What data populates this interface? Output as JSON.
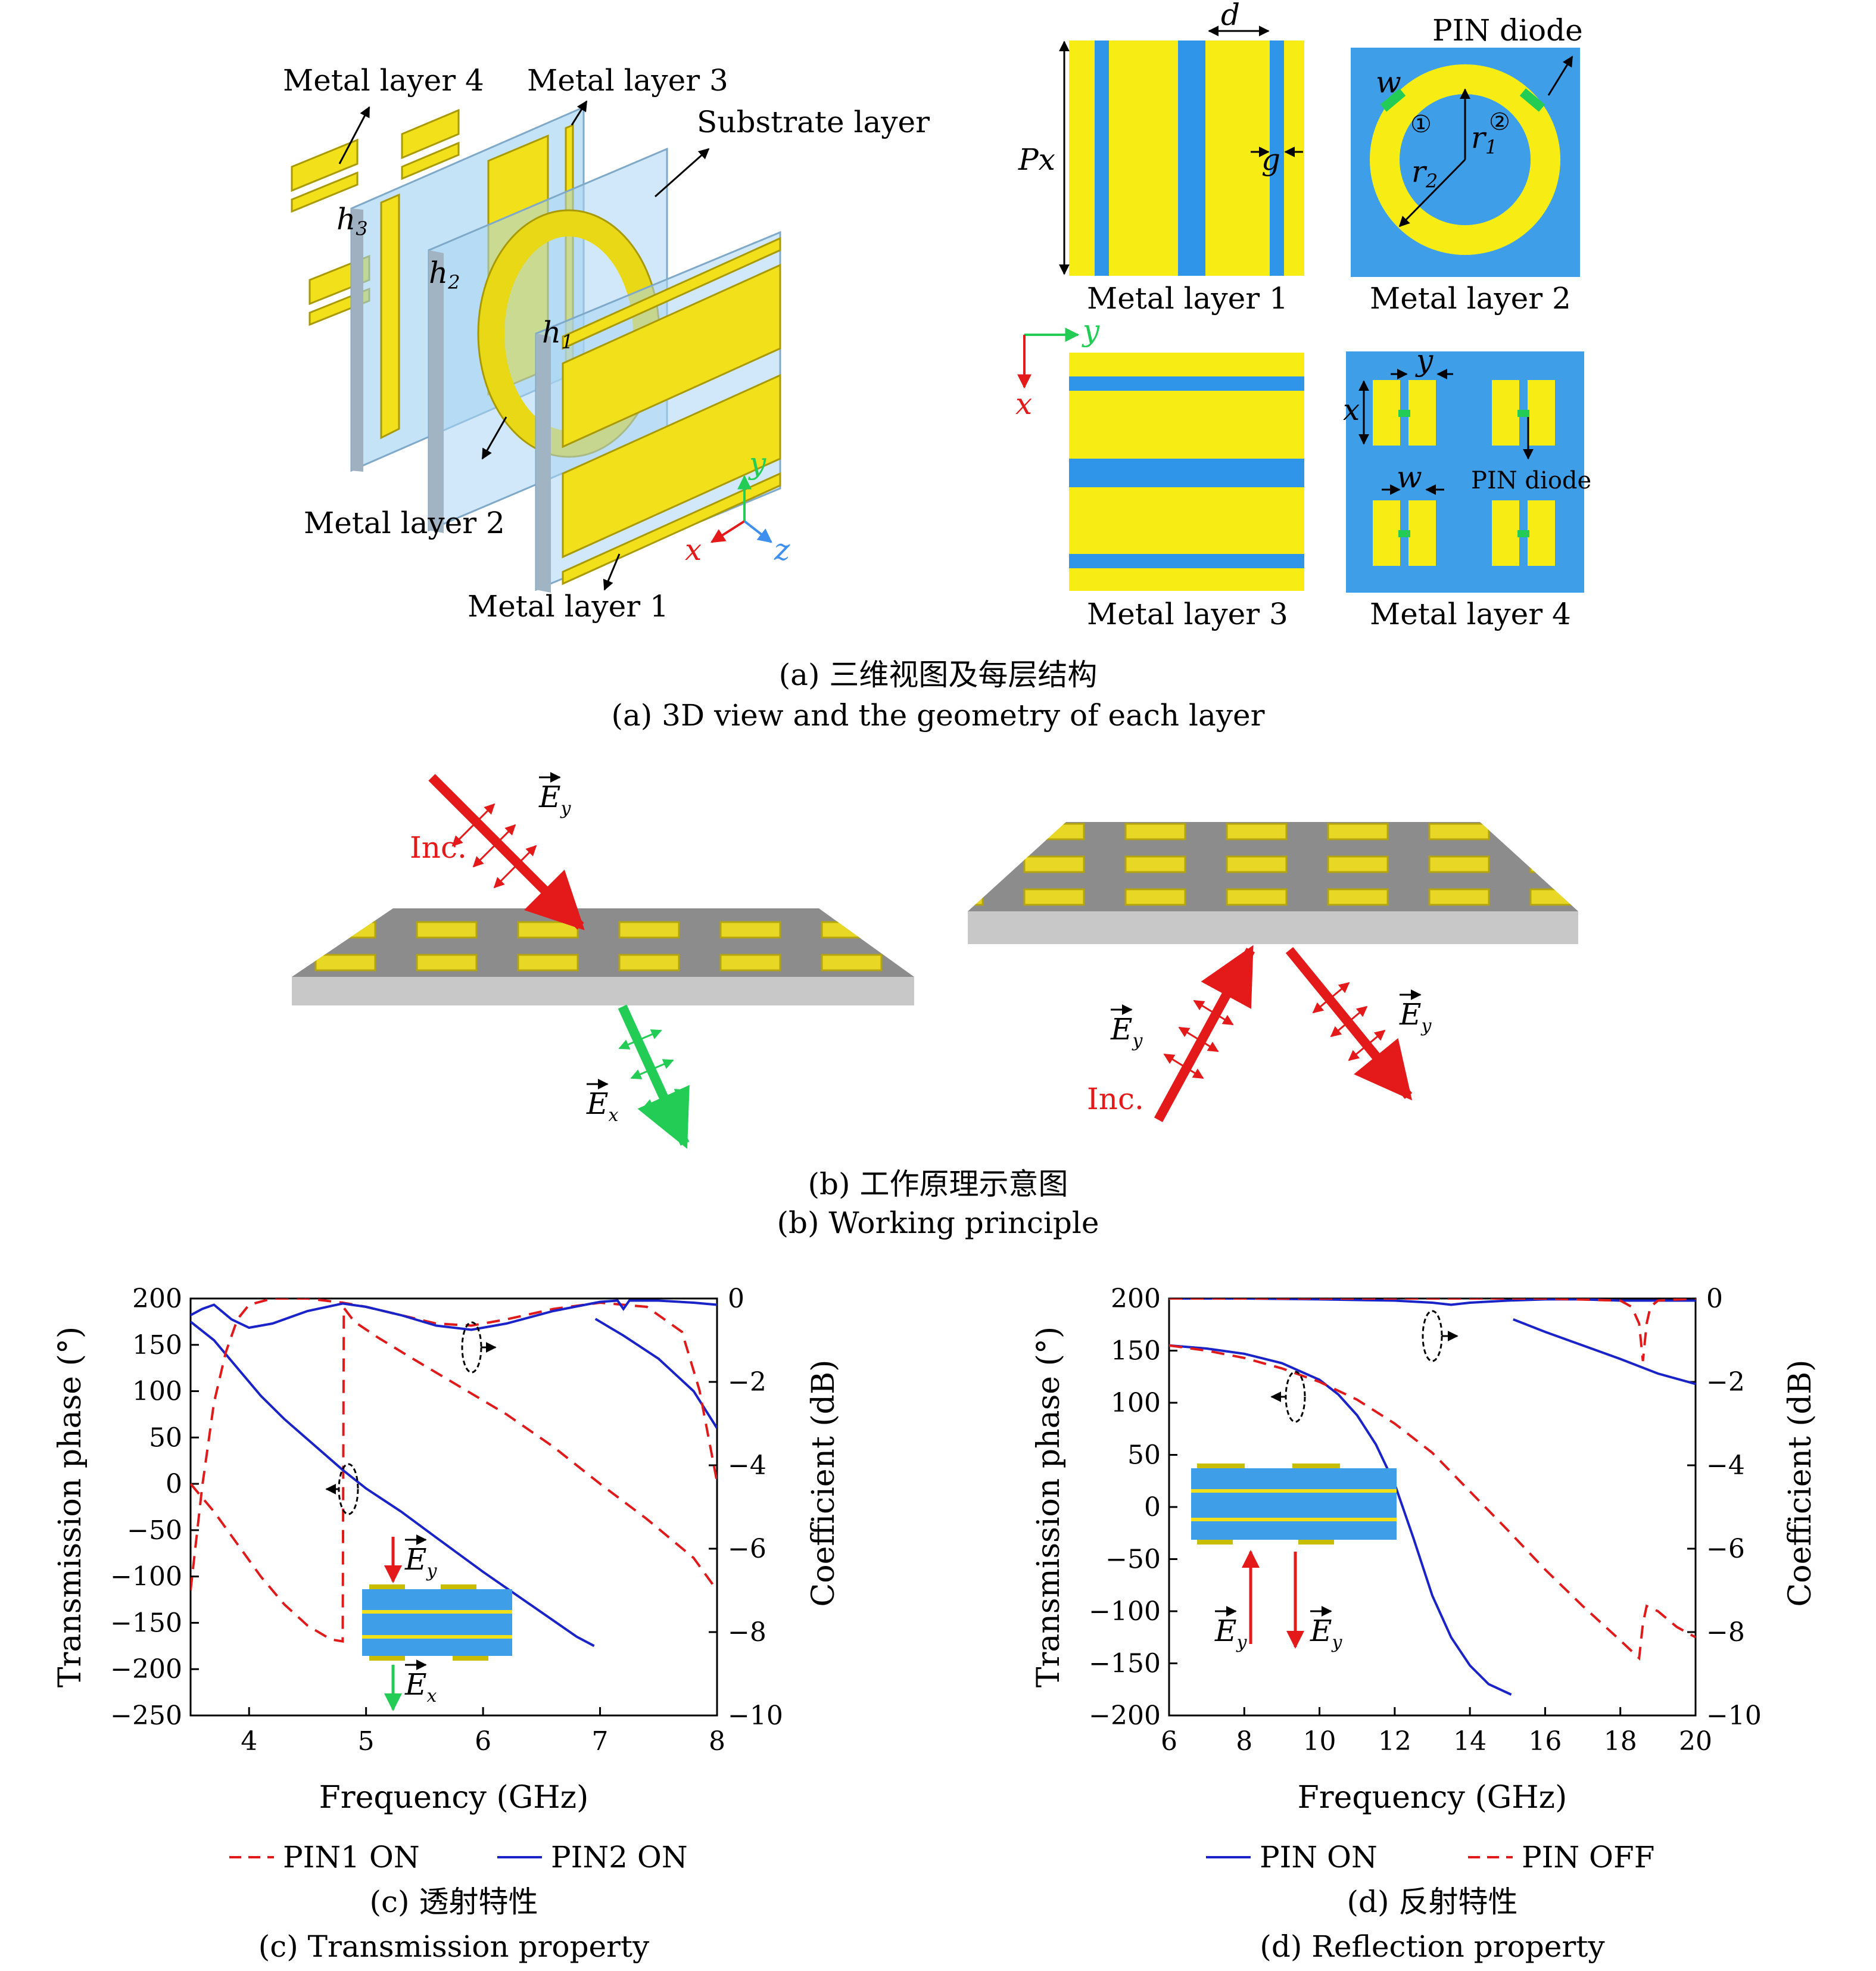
{
  "panel_a": {
    "labels": {
      "ml4": "Metal layer 4",
      "ml3": "Metal layer 3",
      "sub": "Substrate layer",
      "ml2": "Metal layer 2",
      "ml1": "Metal layer 1",
      "h1": "h",
      "h1s": "1",
      "h2": "h",
      "h2s": "2",
      "h3": "h",
      "h3s": "3",
      "ax_x": "x",
      "ax_y": "y",
      "ax_z": "z"
    },
    "layer_titles": [
      "Metal layer 1",
      "Metal layer 2",
      "Metal layer 3",
      "Metal layer 4"
    ],
    "dims": {
      "d": "d",
      "px": "Px",
      "g": "g",
      "w": "w",
      "r1": "r",
      "r1s": "1",
      "r2": "r",
      "r2s": "2",
      "pin": "PIN diode",
      "c1": "①",
      "c2": "②",
      "y": "y",
      "x": "x",
      "w4": "w",
      "pin4": "PIN diode",
      "coord_y": "y",
      "coord_x": "x"
    },
    "caption_cn": "(a) 三维视图及每层结构",
    "caption_en": "(a) 3D view and the geometry of each layer"
  },
  "panel_b": {
    "ey1": "E",
    "ey1s": "y",
    "inc1": "Inc.",
    "ex": "E",
    "exs": "x",
    "ey2": "E",
    "ey2s": "y",
    "inc2": "Inc.",
    "ey3": "E",
    "ey3s": "y",
    "caption_cn": "(b) 工作原理示意图",
    "caption_en": "(b) Working principle"
  },
  "panel_c": {
    "caption_cn": "(c) 透射特性",
    "caption_en": "(c) Transmission property",
    "inset": {
      "ey": "E",
      "eys": "y",
      "ex": "E",
      "exs": "x"
    }
  },
  "panel_d": {
    "caption_cn": "(d) 反射特性",
    "caption_en": "(d) Reflection property",
    "inset": {
      "ey1": "E",
      "ey1s": "y",
      "ey2": "E",
      "ey2s": "y"
    }
  },
  "colors": {
    "yellow": "#f2e01a",
    "blue": "#3e9fe8",
    "olive": "#c9bd00",
    "red": "#e41a1a",
    "green": "#22cc55",
    "line_blue": "#1a23c8",
    "line_red": "#e01a1a"
  },
  "chart_data": [
    {
      "type": "line",
      "xlabel": "Frequency (GHz)",
      "ylabel": "Transmission phase (°)",
      "ylabel_right": "Coefficient (dB)",
      "xlim": [
        3.5,
        8
      ],
      "ylim": [
        -250,
        200
      ],
      "ylim_right": [
        -10,
        0
      ],
      "xticks": [
        "4",
        "5",
        "6",
        "7",
        "8"
      ],
      "yticks": [
        "200",
        "150",
        "100",
        "50",
        "0",
        "−50",
        "−100",
        "−150",
        "−200",
        "−250"
      ],
      "yticks_right": [
        "0",
        "−2",
        "−4",
        "−6",
        "−8",
        "−10"
      ],
      "legend": [
        "PIN1 ON",
        "PIN2 ON"
      ],
      "series": [
        {
          "name": "PIN1 ON",
          "style": "dashed",
          "axis": "left",
          "x": [
            3.5,
            3.7,
            3.9,
            4.1,
            4.3,
            4.5,
            4.7,
            4.8,
            4.81,
            4.9,
            5.1,
            5.4,
            5.8,
            6.2,
            6.6,
            7.0,
            7.4,
            7.8,
            8.0
          ],
          "y": [
            0,
            -30,
            -65,
            -100,
            -130,
            -153,
            -168,
            -170,
            190,
            175,
            158,
            135,
            105,
            75,
            40,
            0,
            -38,
            -80,
            -115
          ]
        },
        {
          "name": "PIN2 ON",
          "style": "solid",
          "axis": "left",
          "x": [
            3.5,
            3.7,
            3.9,
            4.1,
            4.3,
            4.5,
            4.8,
            5.0,
            5.3,
            5.6,
            6.0,
            6.4,
            6.8,
            6.95,
            6.96,
            7.2,
            7.5,
            7.8,
            8.0
          ],
          "y": [
            175,
            155,
            125,
            95,
            70,
            48,
            15,
            -5,
            -30,
            -58,
            -95,
            -130,
            -165,
            -175,
            178,
            160,
            135,
            100,
            60
          ]
        },
        {
          "name": "PIN1 ON",
          "style": "dashed",
          "axis": "right",
          "x": [
            3.5,
            3.6,
            3.7,
            3.8,
            3.9,
            4.0,
            4.2,
            4.5,
            4.8,
            5.0,
            5.3,
            5.6,
            5.9,
            6.2,
            6.6,
            7.0,
            7.4,
            7.7,
            7.85,
            8.0
          ],
          "y": [
            -7,
            -4.5,
            -2.5,
            -1.3,
            -0.5,
            -0.15,
            0,
            0,
            -0.1,
            -0.2,
            -0.4,
            -0.6,
            -0.65,
            -0.5,
            -0.25,
            -0.1,
            -0.2,
            -0.8,
            -2.2,
            -4.4
          ]
        },
        {
          "name": "PIN2 ON",
          "style": "solid",
          "axis": "right",
          "x": [
            3.5,
            3.6,
            3.7,
            3.85,
            4.0,
            4.2,
            4.5,
            4.8,
            5.0,
            5.3,
            5.6,
            5.9,
            6.2,
            6.6,
            7.0,
            7.15,
            7.2,
            7.25,
            7.5,
            7.8,
            8.0
          ],
          "y": [
            -0.4,
            -0.25,
            -0.15,
            -0.5,
            -0.7,
            -0.6,
            -0.3,
            -0.12,
            -0.2,
            -0.4,
            -0.65,
            -0.75,
            -0.6,
            -0.3,
            -0.08,
            -0.05,
            -0.25,
            -0.05,
            -0.05,
            -0.1,
            -0.15
          ]
        }
      ]
    },
    {
      "type": "line",
      "xlabel": "Frequency (GHz)",
      "ylabel": "Transmission phase (°)",
      "ylabel_right": "Coefficient (dB)",
      "xlim": [
        6,
        20
      ],
      "ylim": [
        -200,
        200
      ],
      "ylim_right": [
        -10,
        0
      ],
      "xticks": [
        "6",
        "8",
        "10",
        "12",
        "14",
        "16",
        "18",
        "20"
      ],
      "yticks": [
        "200",
        "150",
        "100",
        "50",
        "0",
        "−50",
        "−100",
        "−150",
        "−200"
      ],
      "yticks_right": [
        "0",
        "−2",
        "−4",
        "−6",
        "−8",
        "−10"
      ],
      "legend": [
        "PIN ON",
        "PIN OFF"
      ],
      "series": [
        {
          "name": "PIN ON",
          "style": "solid",
          "axis": "left",
          "x": [
            6,
            7,
            8,
            9,
            10,
            10.5,
            11,
            11.5,
            12,
            12.5,
            13,
            13.5,
            14,
            14.5,
            15.1,
            15.15,
            16,
            17,
            18,
            19,
            20
          ],
          "y": [
            155,
            152,
            147,
            138,
            122,
            108,
            88,
            60,
            22,
            -30,
            -85,
            -125,
            -152,
            -170,
            -180,
            180,
            168,
            155,
            142,
            128,
            118
          ]
        },
        {
          "name": "PIN OFF",
          "style": "dashed",
          "axis": "left",
          "x": [
            6,
            7,
            8,
            9,
            10,
            11,
            12,
            13,
            14,
            15,
            16,
            17,
            18,
            18.5,
            18.6,
            18.7,
            19,
            19.5,
            20
          ],
          "y": [
            155,
            150,
            143,
            133,
            120,
            103,
            80,
            52,
            15,
            -22,
            -60,
            -95,
            -128,
            -145,
            -112,
            -95,
            -100,
            -115,
            -125
          ]
        },
        {
          "name": "PIN ON",
          "style": "solid",
          "axis": "right",
          "x": [
            6,
            8,
            10,
            12,
            13,
            13.5,
            14,
            15,
            16,
            17,
            18,
            19,
            20
          ],
          "y": [
            0,
            0,
            -0.02,
            -0.05,
            -0.1,
            -0.15,
            -0.1,
            -0.05,
            -0.02,
            -0.02,
            -0.05,
            -0.05,
            -0.05
          ]
        },
        {
          "name": "PIN OFF",
          "style": "dashed",
          "axis": "right",
          "x": [
            6,
            8,
            10,
            12,
            14,
            16,
            18,
            18.3,
            18.5,
            18.6,
            18.7,
            18.8,
            19,
            20
          ],
          "y": [
            0,
            0,
            0,
            0,
            0,
            0,
            -0.05,
            -0.2,
            -0.6,
            -1.5,
            -0.6,
            -0.2,
            -0.05,
            0
          ]
        }
      ]
    }
  ]
}
